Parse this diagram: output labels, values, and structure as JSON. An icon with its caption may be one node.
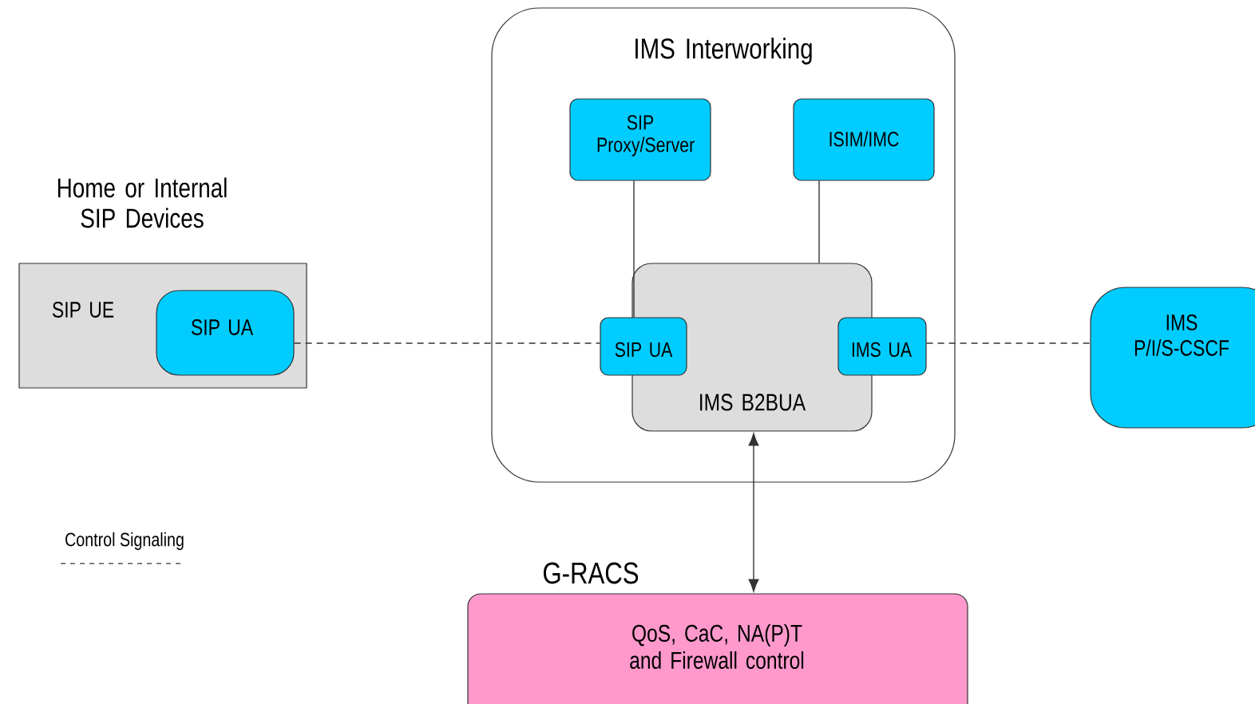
{
  "diagram": {
    "nodes": [
      {
        "text": [
          "IMS Interworking"
        ]
      },
      {
        "text": [
          "SIP Proxy/Server"
        ],
        "in": 0
      },
      {
        "text": [
          "ISIM/IMC"
        ],
        "in": 0
      },
      {
        "text": [
          "IMS B2BUA"
        ],
        "in": 0
      },
      {
        "text": [
          "SIP UA"
        ],
        "in": 0
      },
      {
        "text": [
          "IMS UA"
        ],
        "in": 0
      },
      {
        "text": [
          "Home or Internal SIP Devices",
          "SIP UE"
        ]
      },
      {
        "text": [
          "SIP UA"
        ],
        "in": 6
      },
      {
        "text": [
          "IMS P/I/S-CSCF"
        ]
      },
      {
        "text": [
          "G-RACS",
          "QoS, CaC, NA(P)T and Firewall control"
        ]
      }
    ],
    "edges": [
      {
        "from": 1,
        "to": 4,
        "arrow": "none"
      },
      {
        "from": 2,
        "to": 3,
        "arrow": "none"
      },
      {
        "from": 7,
        "to": 4,
        "arrow": "none",
        "style": "dashed"
      },
      {
        "from": 5,
        "to": 8,
        "arrow": "none",
        "style": "dashed"
      },
      {
        "from": 3,
        "to": 9,
        "arrow": "both"
      }
    ],
    "legend": [
      {
        "text": "Control Signaling"
      }
    ]
  }
}
